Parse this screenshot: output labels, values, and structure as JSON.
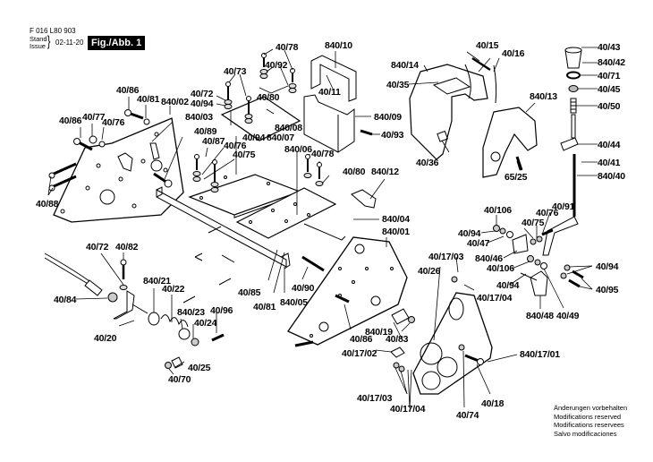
{
  "header": {
    "doc_code": "F 016 L80 903",
    "stand_label": "Stand",
    "issue_label": "Issue",
    "date": "02-11-20",
    "figure_label": "Fig./Abb. 1"
  },
  "notice": [
    "Änderungen vorbehalten",
    "Modifications reserved",
    "Modifications reservees",
    "Salvo modificaciones"
  ],
  "labels": [
    {
      "id": "l1",
      "text": "40/78"
    },
    {
      "id": "l2",
      "text": "840/10"
    },
    {
      "id": "l3",
      "text": "40/73"
    },
    {
      "id": "l4",
      "text": "40/92"
    },
    {
      "id": "l5",
      "text": "40/72"
    },
    {
      "id": "l6",
      "text": "40/94"
    },
    {
      "id": "l7",
      "text": "40/80"
    },
    {
      "id": "l8",
      "text": "40/11"
    },
    {
      "id": "l9",
      "text": "40/86"
    },
    {
      "id": "l10",
      "text": "40/81"
    },
    {
      "id": "l11",
      "text": "840/02"
    },
    {
      "id": "l12",
      "text": "840/03"
    },
    {
      "id": "l13",
      "text": "40/77"
    },
    {
      "id": "l14",
      "text": "40/86"
    },
    {
      "id": "l15",
      "text": "40/76"
    },
    {
      "id": "l16",
      "text": "40/89"
    },
    {
      "id": "l17",
      "text": "40/87"
    },
    {
      "id": "l18",
      "text": "40/93"
    },
    {
      "id": "l19",
      "text": "840/08"
    },
    {
      "id": "l20",
      "text": "840/09"
    },
    {
      "id": "l21",
      "text": "40/94"
    },
    {
      "id": "l22",
      "text": "840/07"
    },
    {
      "id": "l23",
      "text": "40/76"
    },
    {
      "id": "l24",
      "text": "40/75"
    },
    {
      "id": "l25",
      "text": "840/06"
    },
    {
      "id": "l26",
      "text": "40/78"
    },
    {
      "id": "l27",
      "text": "40/80"
    },
    {
      "id": "l28",
      "text": "840/12"
    },
    {
      "id": "l29",
      "text": "40/88"
    },
    {
      "id": "l30",
      "text": "840/04"
    },
    {
      "id": "l31",
      "text": "840/01"
    },
    {
      "id": "l32",
      "text": "40/15"
    },
    {
      "id": "l33",
      "text": "840/14"
    },
    {
      "id": "l34",
      "text": "40/16"
    },
    {
      "id": "l35",
      "text": "40/35"
    },
    {
      "id": "l36",
      "text": "840/13"
    },
    {
      "id": "l37",
      "text": "40/36"
    },
    {
      "id": "l38",
      "text": "65/25"
    },
    {
      "id": "l39",
      "text": "40/43"
    },
    {
      "id": "l40",
      "text": "840/42"
    },
    {
      "id": "l41",
      "text": "40/71"
    },
    {
      "id": "l42",
      "text": "40/45"
    },
    {
      "id": "l43",
      "text": "40/50"
    },
    {
      "id": "l44",
      "text": "40/44"
    },
    {
      "id": "l45",
      "text": "40/41"
    },
    {
      "id": "l46",
      "text": "840/40"
    },
    {
      "id": "l47",
      "text": "40/106"
    },
    {
      "id": "l48",
      "text": "40/91"
    },
    {
      "id": "l49",
      "text": "40/76"
    },
    {
      "id": "l50",
      "text": "40/75"
    },
    {
      "id": "l51",
      "text": "40/94"
    },
    {
      "id": "l52",
      "text": "40/47"
    },
    {
      "id": "l53",
      "text": "840/46"
    },
    {
      "id": "l54",
      "text": "40/106"
    },
    {
      "id": "l55",
      "text": "40/94"
    },
    {
      "id": "l56",
      "text": "40/95"
    },
    {
      "id": "l57",
      "text": "40/94"
    },
    {
      "id": "l58",
      "text": "840/48"
    },
    {
      "id": "l59",
      "text": "40/49"
    },
    {
      "id": "l60",
      "text": "40/72"
    },
    {
      "id": "l61",
      "text": "40/82"
    },
    {
      "id": "l62",
      "text": "40/84"
    },
    {
      "id": "l63",
      "text": "840/21"
    },
    {
      "id": "l64",
      "text": "40/22"
    },
    {
      "id": "l65",
      "text": "840/23"
    },
    {
      "id": "l66",
      "text": "40/96"
    },
    {
      "id": "l67",
      "text": "40/24"
    },
    {
      "id": "l68",
      "text": "40/20"
    },
    {
      "id": "l69",
      "text": "40/25"
    },
    {
      "id": "l70",
      "text": "40/70"
    },
    {
      "id": "l71",
      "text": "40/85"
    },
    {
      "id": "l72",
      "text": "40/81"
    },
    {
      "id": "l73",
      "text": "840/05"
    },
    {
      "id": "l74",
      "text": "40/90"
    },
    {
      "id": "l75",
      "text": "40/17/03"
    },
    {
      "id": "l76",
      "text": "40/26"
    },
    {
      "id": "l77",
      "text": "40/17/04"
    },
    {
      "id": "l78",
      "text": "840/19"
    },
    {
      "id": "l79",
      "text": "40/86"
    },
    {
      "id": "l80",
      "text": "40/83"
    },
    {
      "id": "l81",
      "text": "40/17/02"
    },
    {
      "id": "l82",
      "text": "840/17/01"
    },
    {
      "id": "l83",
      "text": "40/17/03"
    },
    {
      "id": "l84",
      "text": "40/17/04"
    },
    {
      "id": "l85",
      "text": "40/18"
    },
    {
      "id": "l86",
      "text": "40/74"
    }
  ]
}
